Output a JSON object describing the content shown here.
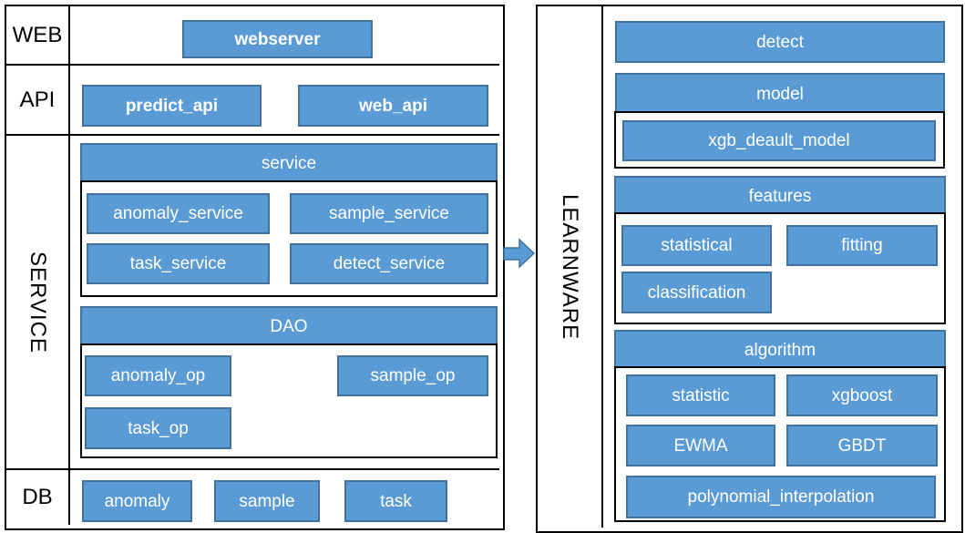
{
  "colors": {
    "box_fill": "#5B9BD5",
    "box_border": "#41719C",
    "line_color": "#000000"
  },
  "left_diagram": {
    "row_labels": {
      "web": "WEB",
      "api": "API",
      "service": "SERVICE",
      "db": "DB"
    },
    "web_row": {
      "webserver": "webserver"
    },
    "api_row": {
      "predict_api": "predict_api",
      "web_api": "web_api"
    },
    "service_group": {
      "title": "service",
      "items": [
        "anomaly_service",
        "sample_service",
        "task_service",
        "detect_service"
      ]
    },
    "dao_group": {
      "title": "DAO",
      "items": [
        "anomaly_op",
        "sample_op",
        "task_op"
      ]
    },
    "db_row": {
      "items": [
        "anomaly",
        "sample",
        "task"
      ]
    }
  },
  "arrow": {
    "direction": "right"
  },
  "right_diagram": {
    "label": "LEARNWARE",
    "detect": "detect",
    "model_group": {
      "title": "model",
      "items": [
        "xgb_deault_model"
      ]
    },
    "features_group": {
      "title": "features",
      "items": [
        "statistical",
        "fitting",
        "classification"
      ]
    },
    "algorithm_group": {
      "title": "algorithm",
      "items": [
        "statistic",
        "xgboost",
        "EWMA",
        "GBDT",
        "polynomial_interpolation"
      ]
    }
  }
}
